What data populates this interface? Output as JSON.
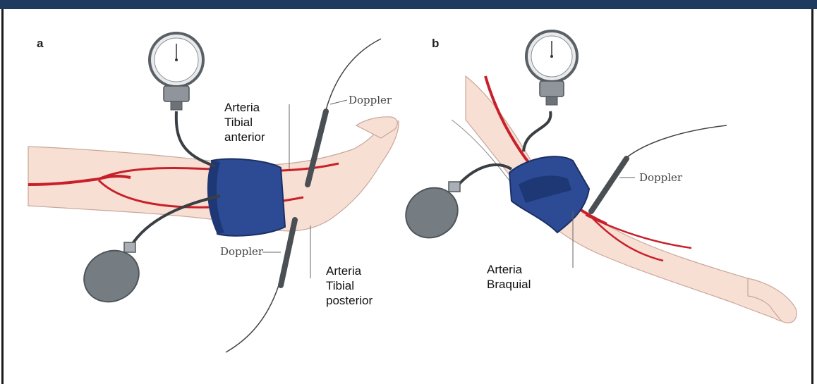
{
  "panels": {
    "a": "a",
    "b": "b"
  },
  "labels": {
    "tibial_anterior": "Arteria\nTibial\nanterior",
    "tibial_posterior": "Arteria\nTibial\nposterior",
    "braquial": "Arteria\nBraquial",
    "doppler_a_top": "Doppler",
    "doppler_a_bottom": "Doppler",
    "doppler_b": "Doppler"
  },
  "colors": {
    "frame_bar": "#1f3a5f",
    "cuff": "#2c4b94",
    "artery": "#c8202a",
    "skin": "#f9e0d6",
    "bulb": "#767d82"
  },
  "icons": [
    "sphygmomanometer-gauge-icon",
    "inflation-bulb-icon",
    "doppler-probe-icon"
  ]
}
